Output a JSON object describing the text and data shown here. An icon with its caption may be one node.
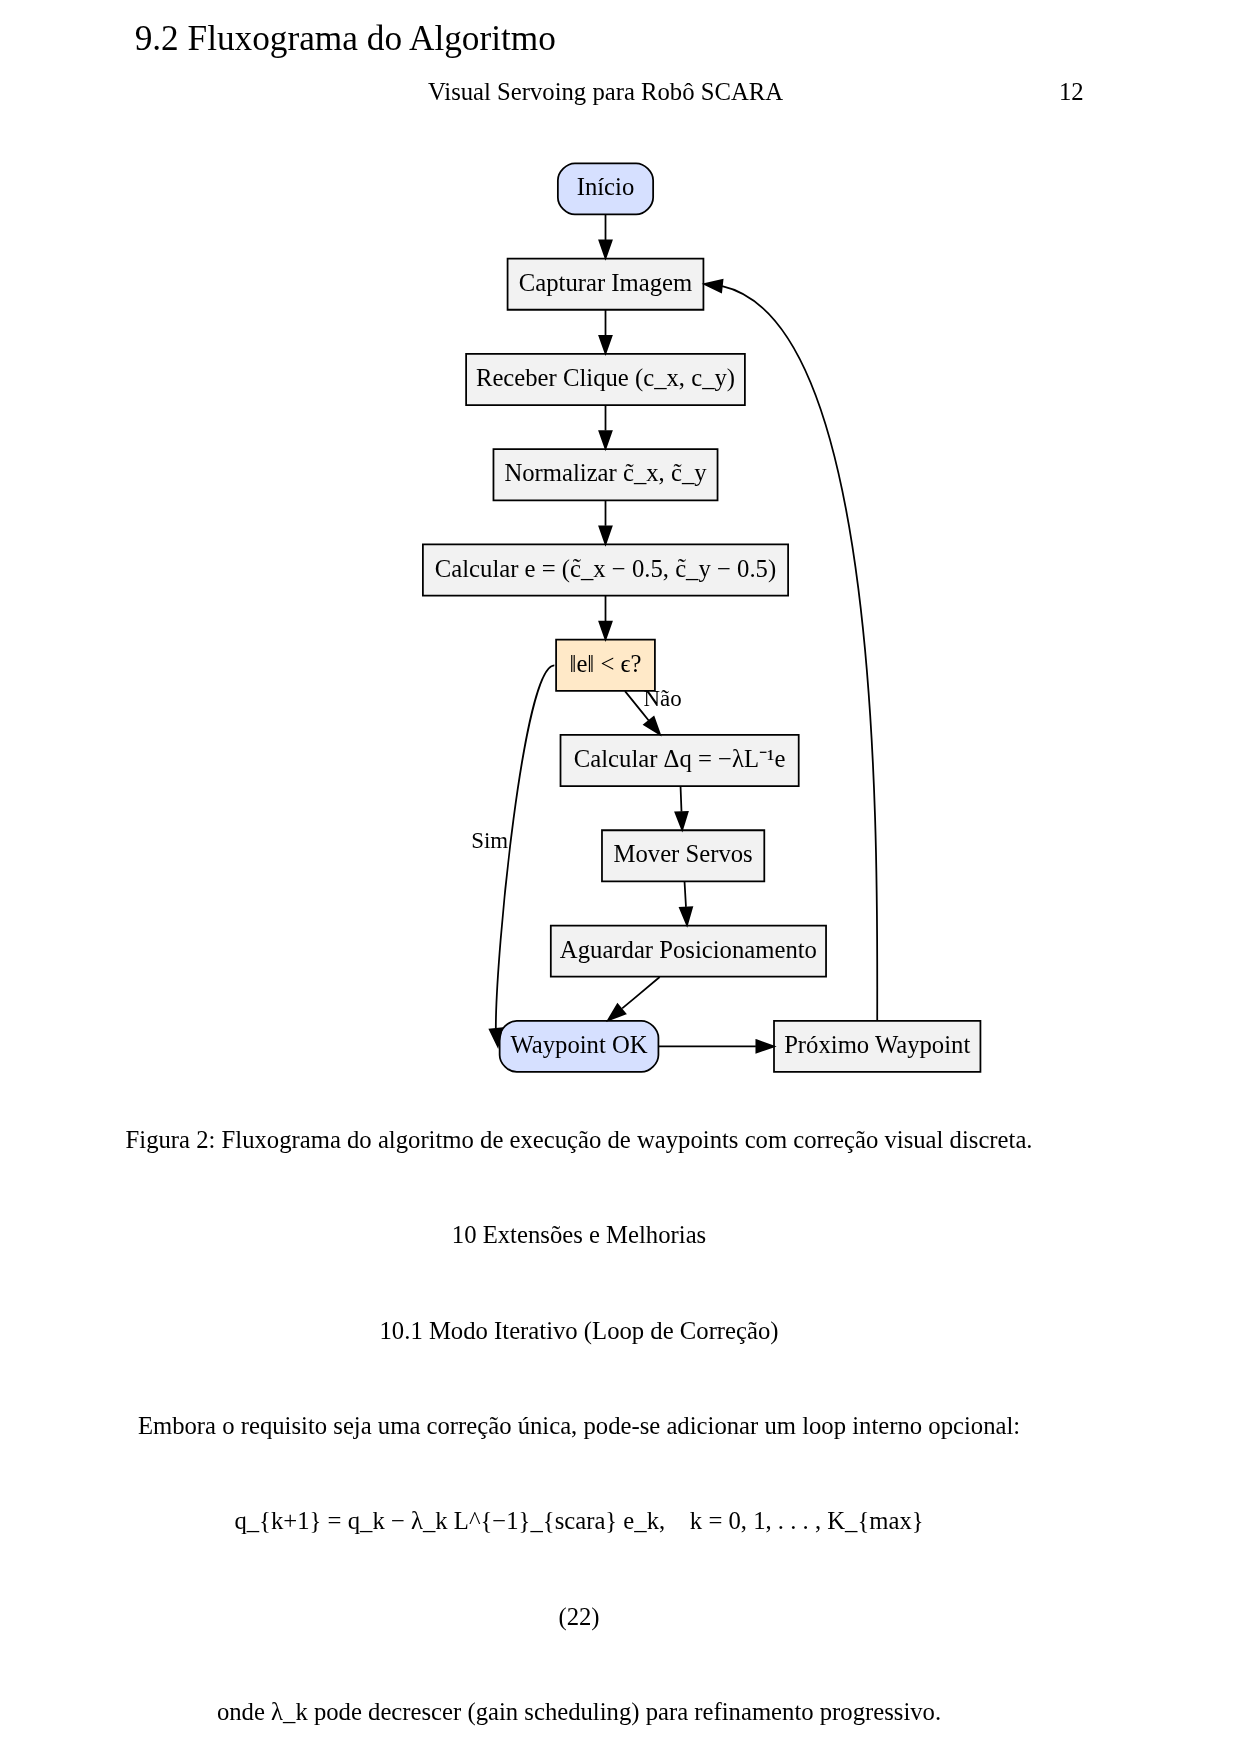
{
  "diagram": {
    "title": "9.2 Fluxograma do Algoritmo",
    "caption": "Figura 2: Fluxograma do algoritmo de execução de waypoints com correção visual discreta.",
    "nodes": [
      {
        "text": [
          "Início"
        ]
      },
      {
        "text": [
          "Capturar Imagem"
        ]
      },
      {
        "text": [
          "Receber Clique (c_x, c_y)"
        ]
      },
      {
        "text": [
          "Normalizar c̃_x, c̃_y"
        ]
      },
      {
        "text": [
          "Calcular e = (c̃_x − 0.5, c̃_y − 0.5)"
        ]
      },
      {
        "text": [
          "‖e‖ < ϵ?"
        ]
      },
      {
        "text": [
          "Calcular Δq = −λL⁻¹e"
        ]
      },
      {
        "text": [
          "Mover Servos"
        ]
      },
      {
        "text": [
          "Aguardar Posicionamento"
        ]
      },
      {
        "text": [
          "Waypoint OK"
        ]
      },
      {
        "text": [
          "Próximo Waypoint"
        ]
      }
    ],
    "edges": [
      {
        "from": 0,
        "to": 1,
        "arrow": "to"
      },
      {
        "from": 1,
        "to": 2,
        "arrow": "to"
      },
      {
        "from": 2,
        "to": 3,
        "arrow": "to"
      },
      {
        "from": 3,
        "to": 4,
        "arrow": "to"
      },
      {
        "from": 4,
        "to": 5,
        "arrow": "to"
      },
      {
        "from": 5,
        "to": 6,
        "arrow": "to",
        "label": "Não"
      },
      {
        "from": 6,
        "to": 7,
        "arrow": "to"
      },
      {
        "from": 7,
        "to": 8,
        "arrow": "to"
      },
      {
        "from": 8,
        "to": 9,
        "arrow": "to"
      },
      {
        "from": 5,
        "to": 9,
        "arrow": "to",
        "label": "Sim"
      },
      {
        "from": 9,
        "to": 10,
        "arrow": "to"
      },
      {
        "from": 10,
        "to": 1,
        "arrow": "to"
      }
    ],
    "labels": [
      "Visual Servoing para Robô SCARA",
      "12",
      "10 Extensões e Melhorias",
      "10.1 Modo Iterativo (Loop de Correção)",
      "Embora o requisito seja uma correção única, pode-se adicionar um loop interno opcional:",
      "q_{k+1} = q_k − λ_k L^{−1}_{scara} e_k,    k = 0, 1, . . . , K_{max}",
      "(22)",
      "onde λ_k pode decrescer (gain scheduling) para refinamento progressivo."
    ]
  }
}
